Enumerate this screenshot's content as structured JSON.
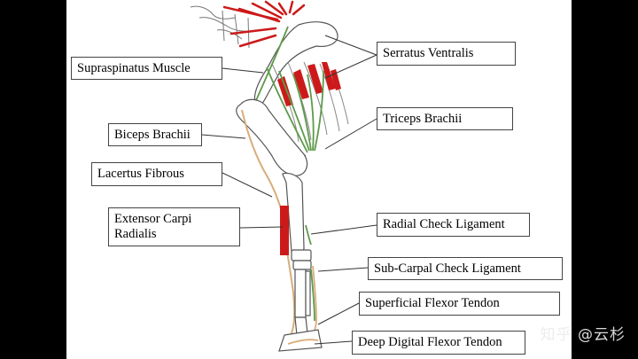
{
  "labels": {
    "supraspinatus": "Supraspinatus Muscle",
    "serratus": "Serratus Ventralis",
    "triceps": "Triceps Brachii",
    "biceps": "Biceps Brachii",
    "lacertus": "Lacertus Fibrous",
    "extensor_line1": "Extensor Carpi",
    "extensor_line2": "Radialis",
    "radial_check": "Radial Check Ligament",
    "subcarpal_check": "Sub-Carpal Check Ligament",
    "superficial_flexor": "Superficial Flexor Tendon",
    "deep_digital": "Deep Digital Flexor Tendon"
  },
  "watermark": "知乎 @云杉",
  "colors": {
    "muscle_red": "#cc1a1a",
    "tendon_green": "#5d9a4a",
    "tendon_tan": "#d9ad7c",
    "bone_outline": "#555555",
    "background": "#000000",
    "slide": "#ffffff"
  }
}
